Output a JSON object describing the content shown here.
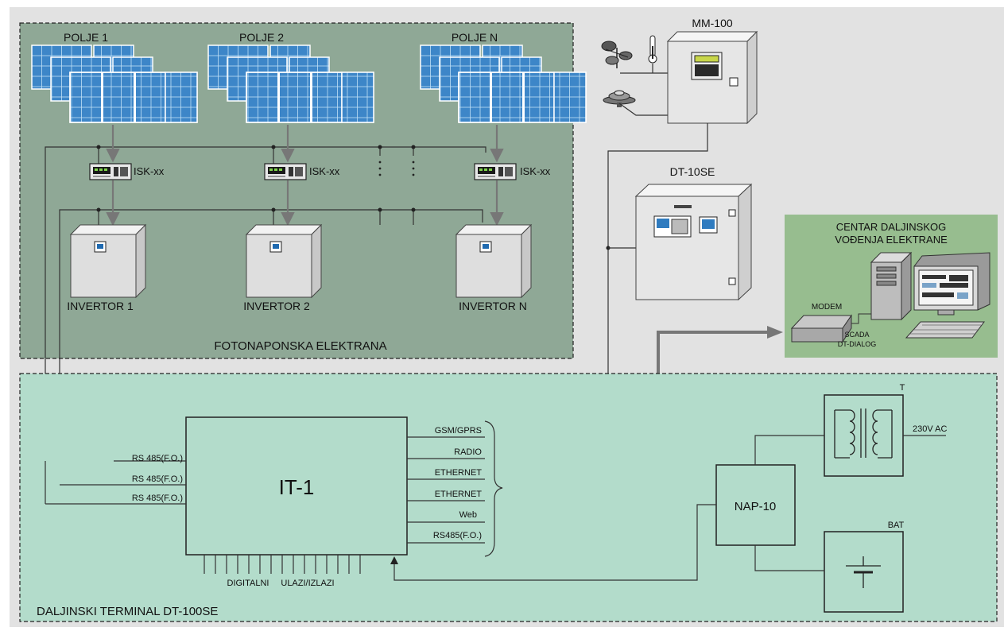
{
  "plant": {
    "title": "FOTONAPONSKA ELEKTRANA",
    "fields": [
      "POLJE 1",
      "POLJE 2",
      "POLJE N"
    ],
    "combiners": [
      "ISK-xx",
      "ISK-xx",
      "ISK-xx"
    ],
    "inverters": [
      "INVERTOR 1",
      "INVERTOR 2",
      "INVERTOR N"
    ]
  },
  "weather_station": {
    "label": "MM-100"
  },
  "substation": {
    "label": "DT-10SE"
  },
  "control_center": {
    "title_line1": "CENTAR DALJINSKOG",
    "title_line2": "VOĐENJA ELEKTRANE",
    "modem": "MODEM",
    "scada_line1": "SCADA",
    "scada_line2": "DT-DIALOG"
  },
  "terminal": {
    "title": "DALJINSKI TERMINAL DT-100SE",
    "main_unit": "IT-1",
    "rs485_inputs": [
      "RS 485(F.O.)",
      "RS 485(F.O.)",
      "RS 485(F.O.)"
    ],
    "comm_ports": [
      "GSM/GPRS",
      "RADIO",
      "ETHERNET",
      "ETHERNET",
      "Web",
      "RS485(F.O.)"
    ],
    "io_label_1": "DIGITALNI",
    "io_label_2": "ULAZI/IZLAZI",
    "power_unit": "NAP-10",
    "transformer": "T",
    "mains": "230V AC",
    "battery": "BAT"
  },
  "colors": {
    "background": "#e2e2e2",
    "plant_zone": "#8fa896",
    "terminal_zone": "#b3dccb",
    "control_zone": "#97bd8f",
    "line": "#555555"
  }
}
